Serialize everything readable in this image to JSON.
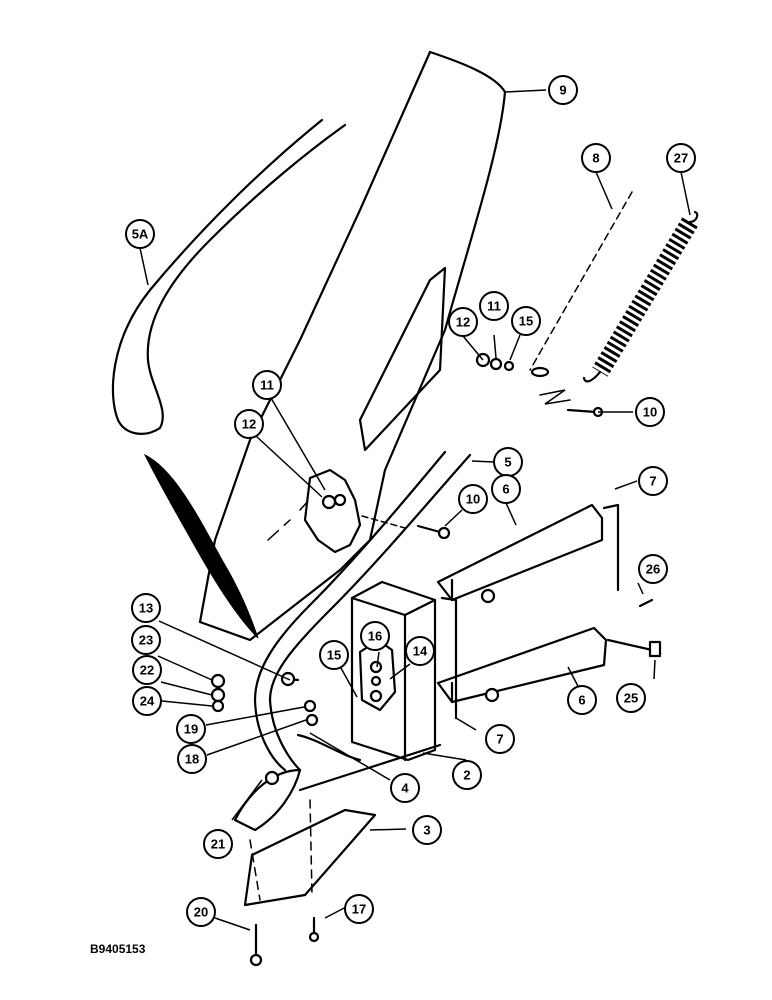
{
  "figure_id": "B9405153",
  "callouts": {
    "c9": "9",
    "c8": "8",
    "c27": "27",
    "c5a": "5A",
    "c12a": "12",
    "c11a": "11",
    "c15a": "15",
    "c10a": "10",
    "c11b": "11",
    "c12b": "12",
    "c5": "5",
    "c10b": "10",
    "c6a": "6",
    "c7a": "7",
    "c26": "26",
    "c13": "13",
    "c16": "16",
    "c14": "14",
    "c15b": "15",
    "c23": "23",
    "c22": "22",
    "c24": "24",
    "c19": "19",
    "c18": "18",
    "c6b": "6",
    "c25": "25",
    "c7b": "7",
    "c2": "2",
    "c4": "4",
    "c21": "21",
    "c3": "3",
    "c20": "20",
    "c17": "17"
  }
}
